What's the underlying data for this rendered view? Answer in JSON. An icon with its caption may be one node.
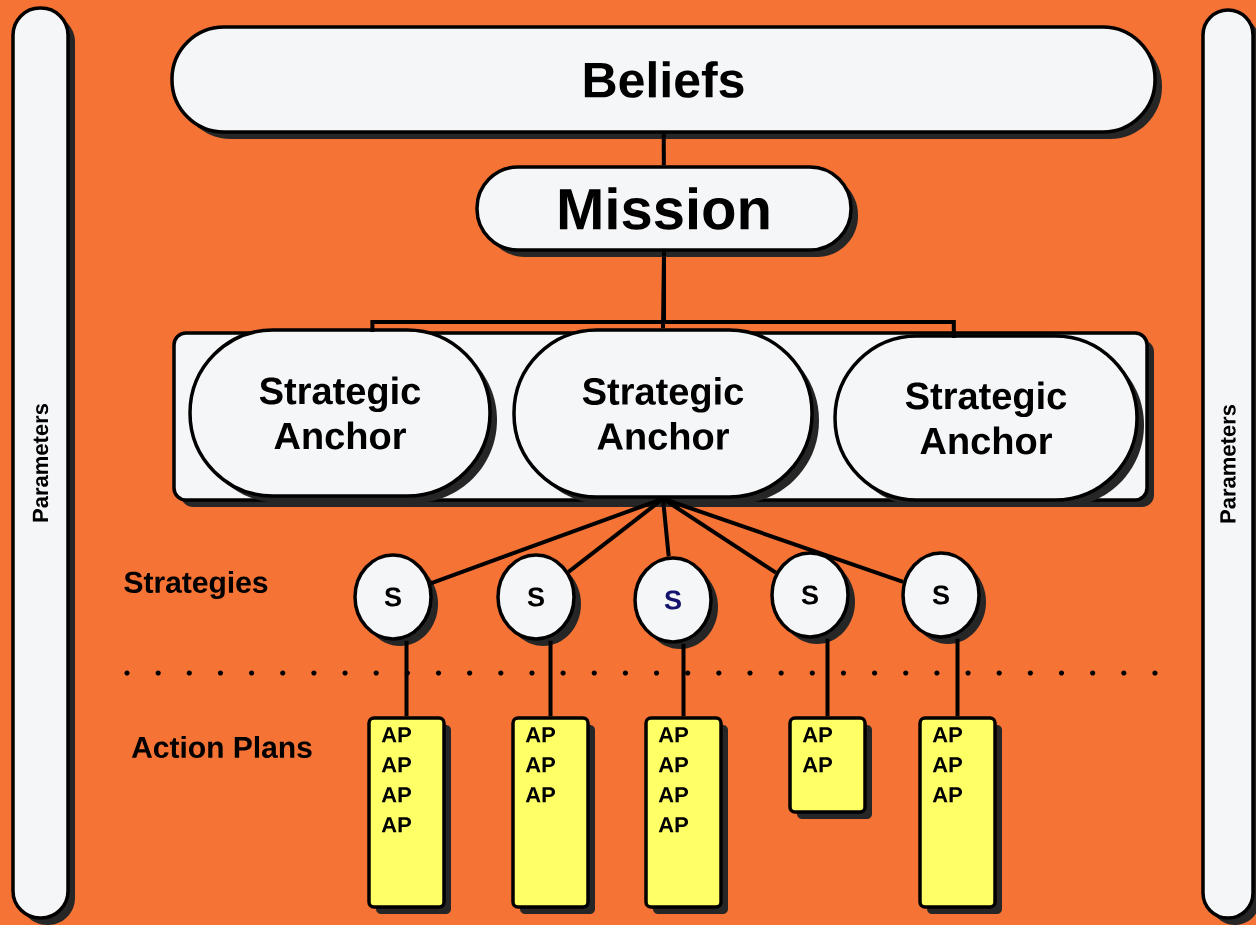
{
  "diagram": {
    "nodes": [
      {
        "text": [
          "Parameters"
        ]
      },
      {
        "text": [
          "Beliefs"
        ]
      },
      {
        "text": [
          "Mission"
        ]
      },
      {
        "text": [],
        "shape": "box"
      },
      {
        "text": [
          "Strategic Anchor"
        ],
        "in": 3
      },
      {
        "text": [
          "Strategic Anchor"
        ],
        "in": 3
      },
      {
        "text": [
          "Strategic Anchor"
        ],
        "in": 3
      },
      {
        "text": [
          "S"
        ]
      },
      {
        "text": [
          "S"
        ]
      },
      {
        "text": [
          "S"
        ]
      },
      {
        "text": [
          "S"
        ]
      },
      {
        "text": [
          "S"
        ]
      },
      {
        "text": [
          "AP",
          "AP",
          "AP",
          "AP"
        ]
      },
      {
        "text": [
          "AP",
          "AP",
          "AP"
        ]
      },
      {
        "text": [
          "AP",
          "AP",
          "AP",
          "AP"
        ]
      },
      {
        "text": [
          "AP",
          "AP"
        ]
      },
      {
        "text": [
          "AP",
          "AP",
          "AP"
        ]
      },
      {
        "text": [
          "Parameters"
        ]
      }
    ],
    "edges": [
      {
        "from": 1,
        "to": 2,
        "arrow": "none"
      },
      {
        "from": 2,
        "to": 4,
        "arrow": "none"
      },
      {
        "from": 2,
        "to": 5,
        "arrow": "none"
      },
      {
        "from": 2,
        "to": 6,
        "arrow": "none"
      },
      {
        "from": 5,
        "to": 7,
        "arrow": "none"
      },
      {
        "from": 5,
        "to": 8,
        "arrow": "none"
      },
      {
        "from": 5,
        "to": 9,
        "arrow": "none"
      },
      {
        "from": 5,
        "to": 10,
        "arrow": "none"
      },
      {
        "from": 5,
        "to": 11,
        "arrow": "none"
      },
      {
        "from": 7,
        "to": 12,
        "arrow": "none"
      },
      {
        "from": 8,
        "to": 13,
        "arrow": "none"
      },
      {
        "from": 9,
        "to": 14,
        "arrow": "none"
      },
      {
        "from": 10,
        "to": 15,
        "arrow": "none"
      },
      {
        "from": 11,
        "to": 16,
        "arrow": "none"
      }
    ],
    "labels": [
      "Strategies",
      "Action Plans"
    ]
  }
}
